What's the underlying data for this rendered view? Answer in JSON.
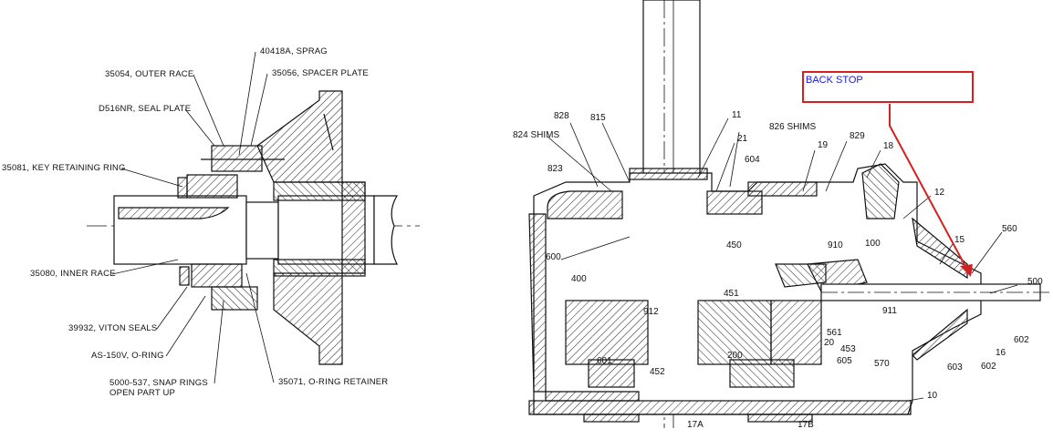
{
  "left_drawing": {
    "labels": {
      "sprag": "40418A, SPRAG",
      "outer_race": "35054, OUTER RACE",
      "spacer_plate": "35056, SPACER PLATE",
      "seal_plate": "D516NR, SEAL PLATE",
      "key_retaining_ring": "35081, KEY RETAINING RING",
      "inner_race": "35080, INNER RACE",
      "viton_seals": "39932, VITON SEALS",
      "o_ring": "AS-150V, O-RING",
      "snap_rings": "5000-537, SNAP RINGS",
      "snap_rings_note": "OPEN PART UP",
      "o_ring_retainer": "35071, O-RING RETAINER"
    }
  },
  "right_drawing": {
    "callout": {
      "text": "BACK STOP",
      "border_color": "#d42020",
      "text_color": "#1a1ad8"
    },
    "part_numbers": {
      "p828": "828",
      "p815": "815",
      "p11": "11",
      "p826": "826 SHIMS",
      "p824": "824 SHIMS",
      "p21": "21",
      "p19": "19",
      "p829": "829",
      "p18": "18",
      "p823": "823",
      "p604": "604",
      "p12": "12",
      "p560": "560",
      "p15": "15",
      "p910": "910",
      "p100": "100",
      "p450": "450",
      "p600": "600",
      "p400": "400",
      "p451": "451",
      "p500": "500",
      "p911": "911",
      "p912": "912",
      "p561": "561",
      "p20": "20",
      "p453": "453",
      "p602a": "602",
      "p16": "16",
      "p605": "605",
      "p570": "570",
      "p603": "603",
      "p602b": "602",
      "p601": "601",
      "p452": "452",
      "p200": "200",
      "p10": "10",
      "p17a": "17A",
      "p17b": "17B"
    }
  }
}
